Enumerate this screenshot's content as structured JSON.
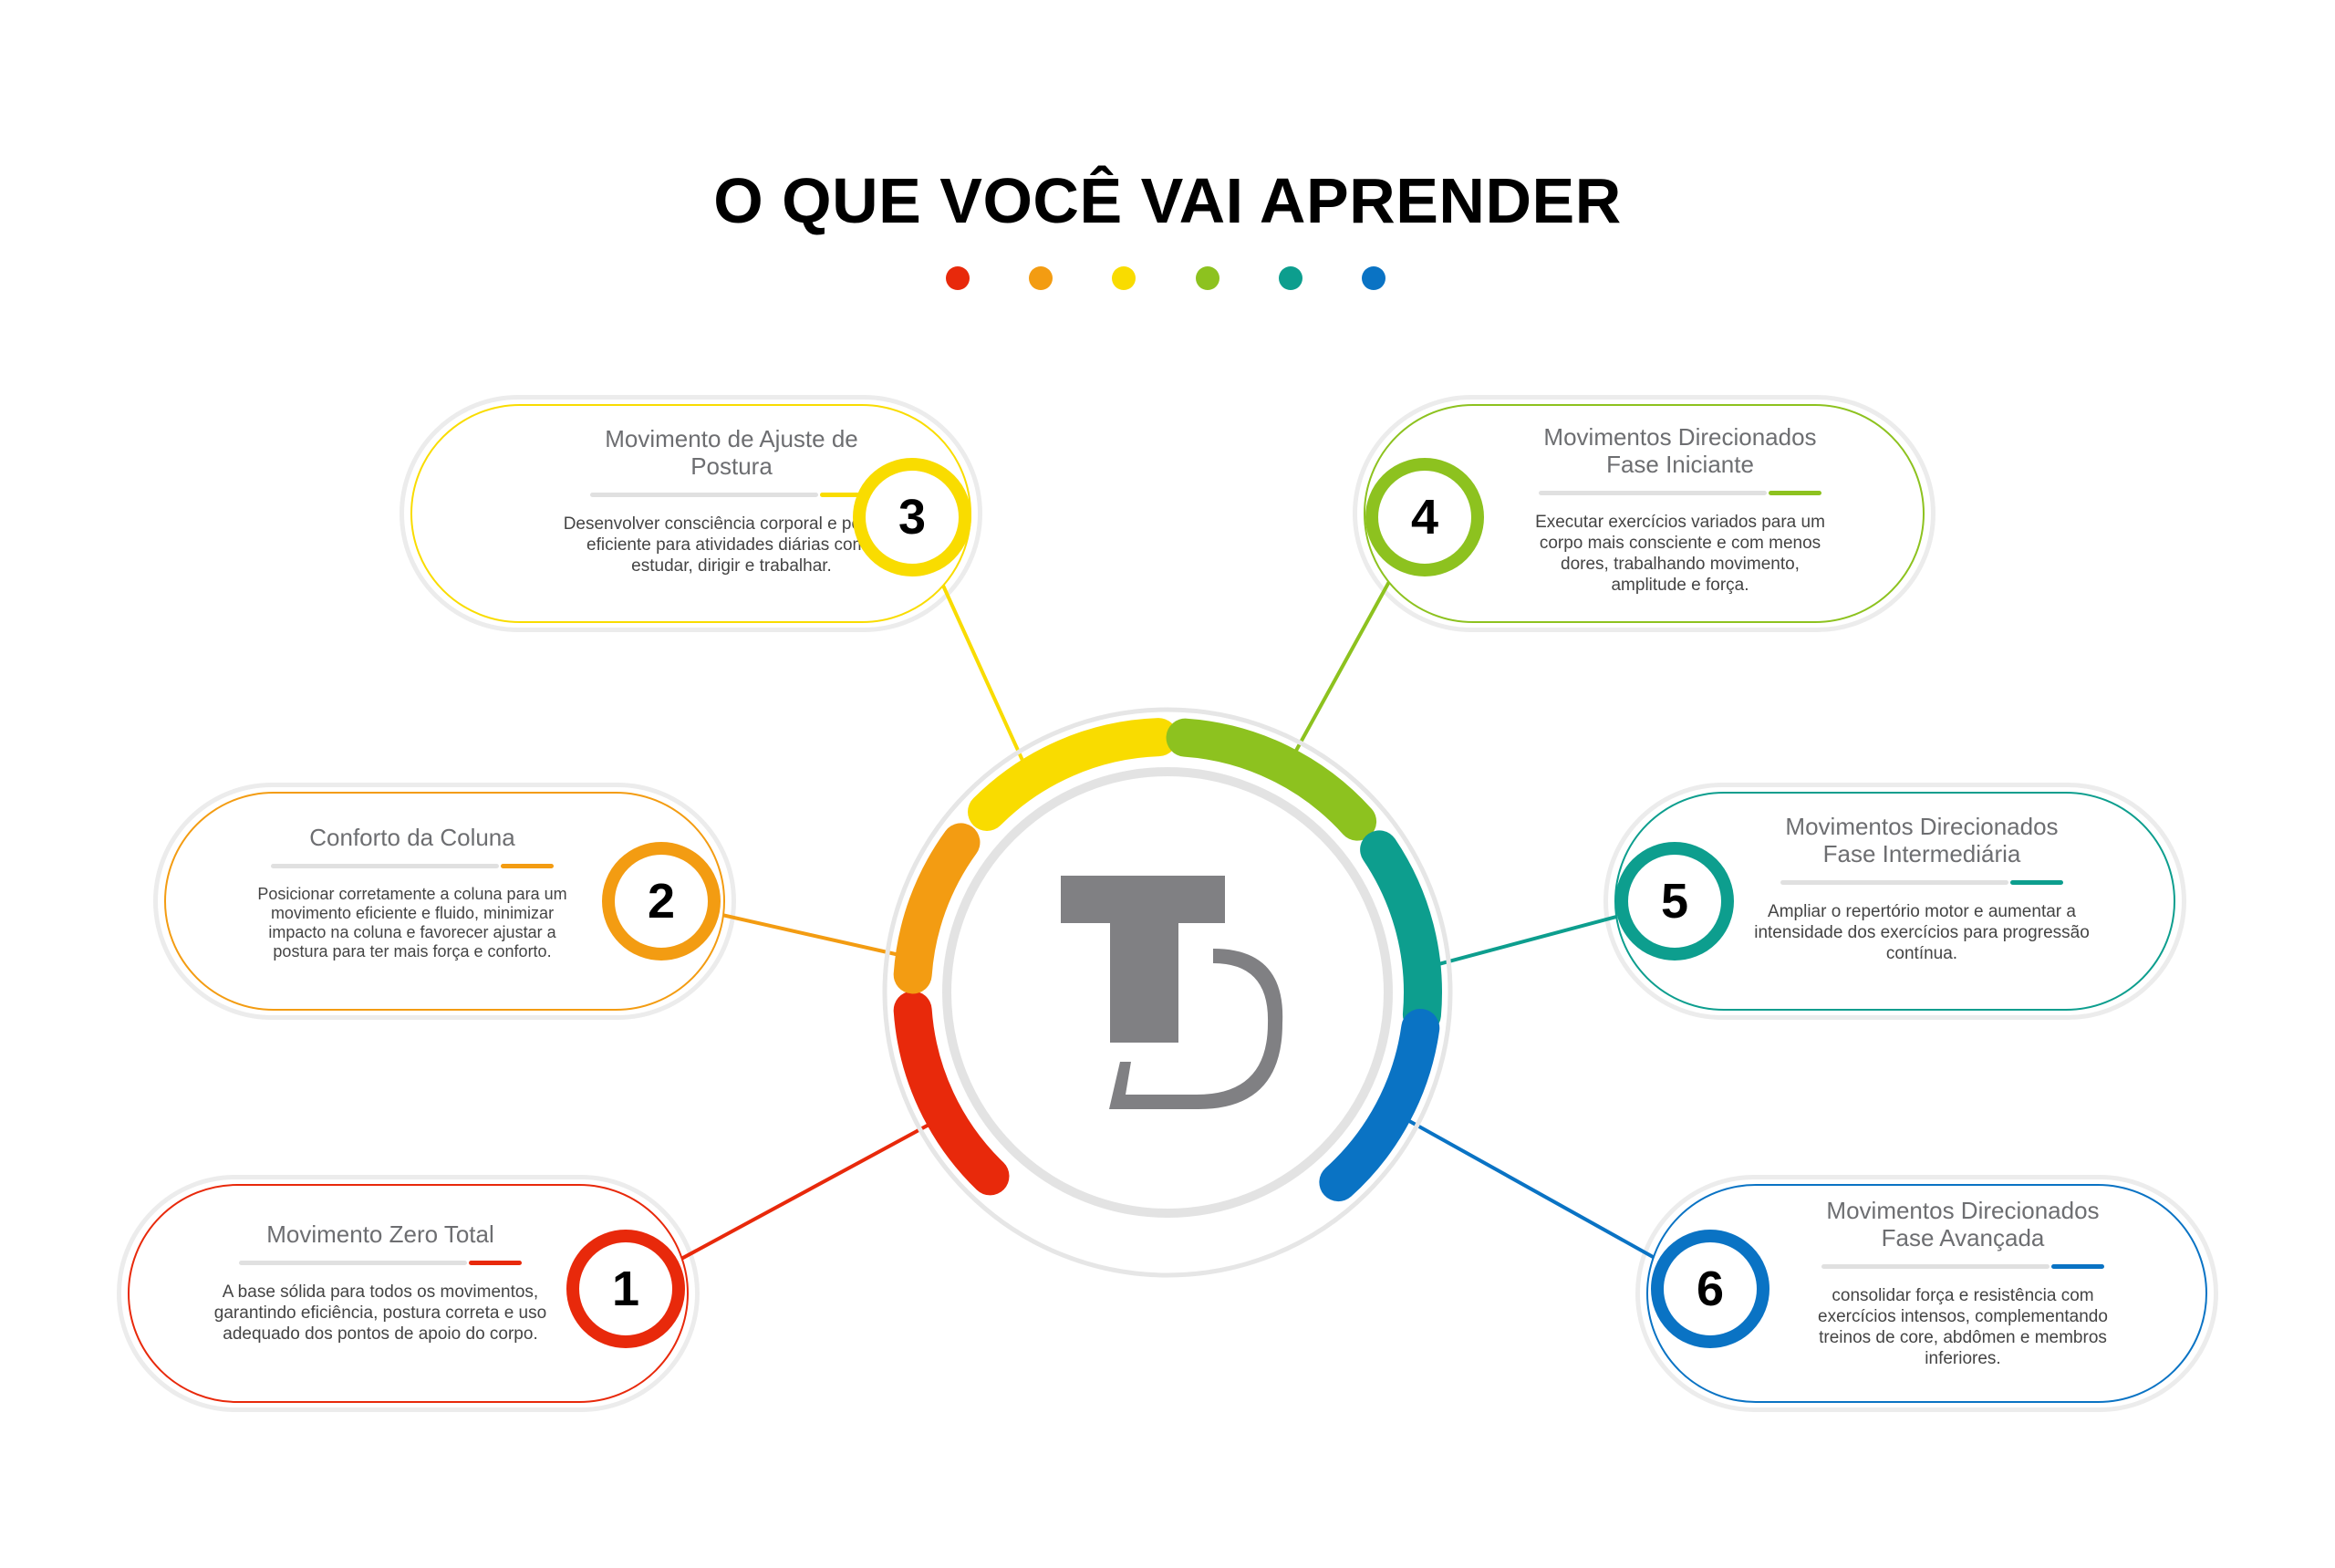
{
  "title": "O QUE VOCÊ VAI APRENDER",
  "palette": [
    "#e8290b",
    "#f39c12",
    "#f9dc00",
    "#8dc21f",
    "#0d9e8e",
    "#0a73c4"
  ],
  "logo": {
    "text": "TD",
    "color": "#808083"
  },
  "steps": [
    {
      "number": "1",
      "title": "Movimento Zero Total",
      "description": "A base sólida para todos os movimentos, garantindo eficiência, postura correta e uso adequado dos pontos de apoio do corpo.",
      "color": "#e8290b"
    },
    {
      "number": "2",
      "title": "Conforto da Coluna",
      "description": "Posicionar corretamente a coluna para um movimento eficiente e fluido, minimizar impacto na coluna e favorecer ajustar a postura para ter mais força e conforto.",
      "color": "#f39c12"
    },
    {
      "number": "3",
      "title": "Movimento de Ajuste de Postura",
      "description": "Desenvolver consciência corporal e postura eficiente para atividades diárias como estudar, dirigir e trabalhar.",
      "color": "#f9dc00"
    },
    {
      "number": "4",
      "title": "Movimentos Direcionados Fase Iniciante",
      "description": "Executar exercícios variados para um corpo mais consciente e com menos dores, trabalhando movimento, amplitude e força.",
      "color": "#8dc21f"
    },
    {
      "number": "5",
      "title": "Movimentos Direcionados Fase Intermediária",
      "description": "Ampliar o repertório motor e aumentar a intensidade dos exercícios para progressão contínua.",
      "color": "#0d9e8e"
    },
    {
      "number": "6",
      "title": "Movimentos Direcionados Fase Avançada",
      "description": "consolidar força e resistência com exercícios intensos, complementando treinos de core, abdômen e membros inferiores.",
      "color": "#0a73c4"
    }
  ]
}
